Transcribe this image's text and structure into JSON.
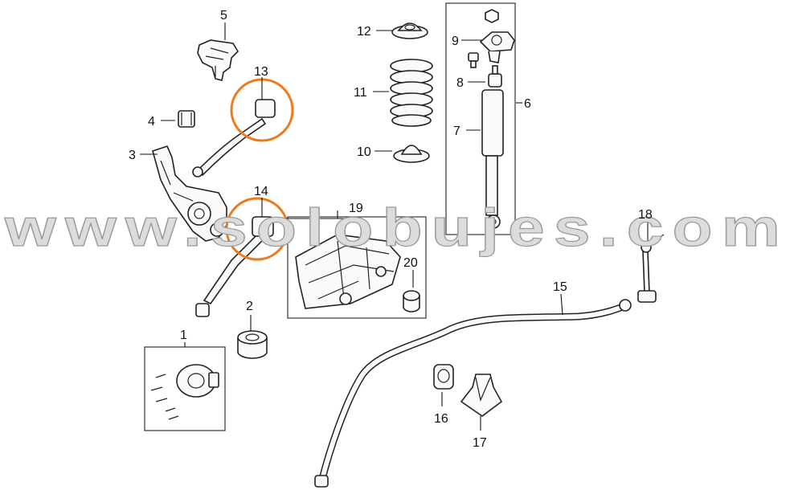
{
  "watermark": "www.solobujes.com",
  "colors": {
    "highlight": "#f07a1a",
    "line": "#222222",
    "watermark": "#dcdcdc"
  },
  "callouts": {
    "c1": "1",
    "c2": "2",
    "c3": "3",
    "c4": "4",
    "c5": "5",
    "c6": "6",
    "c7": "7",
    "c8": "8",
    "c9": "9",
    "c10": "10",
    "c11": "11",
    "c12": "12",
    "c13": "13",
    "c14": "14",
    "c15": "15",
    "c16": "16",
    "c17": "17",
    "c18": "18",
    "c19": "19",
    "c20": "20"
  }
}
